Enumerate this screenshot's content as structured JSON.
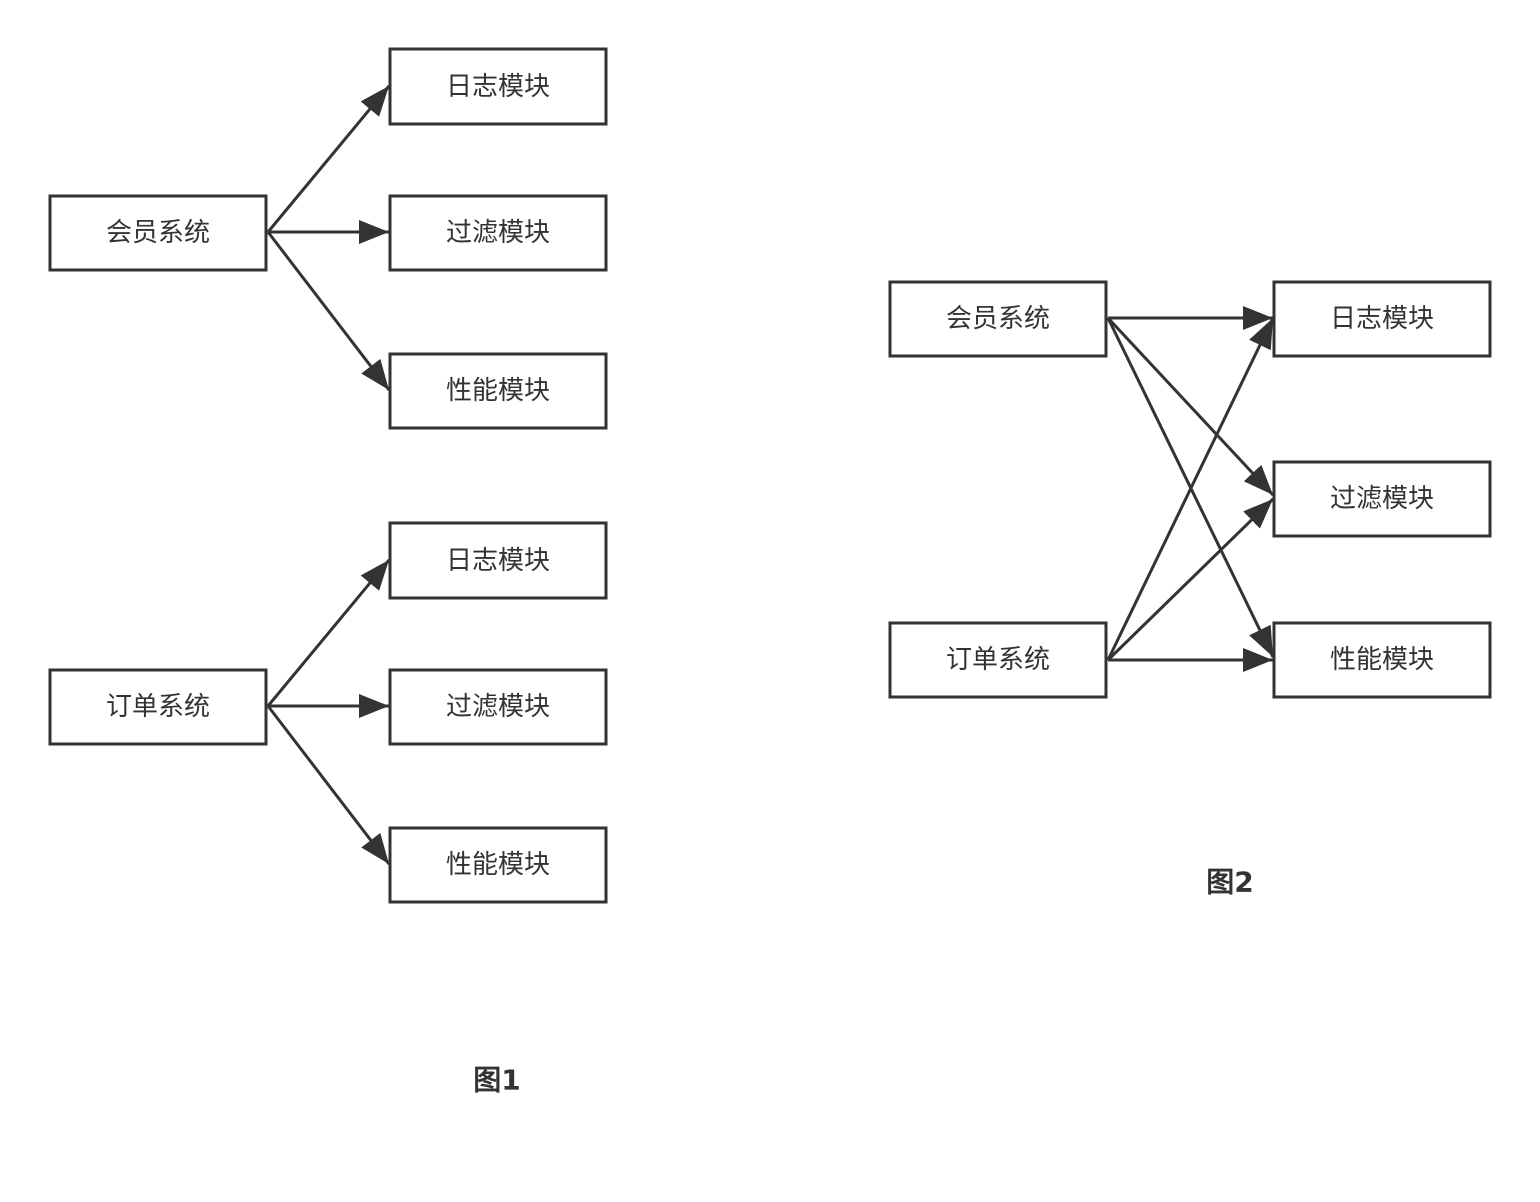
{
  "figure1": {
    "caption": "图1",
    "group_member": {
      "source": "会员系统",
      "targets": [
        "日志模块",
        "过滤模块",
        "性能模块"
      ]
    },
    "group_order": {
      "source": "订单系统",
      "targets": [
        "日志模块",
        "过滤模块",
        "性能模块"
      ]
    }
  },
  "figure2": {
    "caption": "图2",
    "sources": [
      "会员系统",
      "订单系统"
    ],
    "targets": [
      "日志模块",
      "过滤模块",
      "性能模块"
    ]
  },
  "colors": {
    "line": "#333333",
    "box_fill": "#ffffff"
  }
}
